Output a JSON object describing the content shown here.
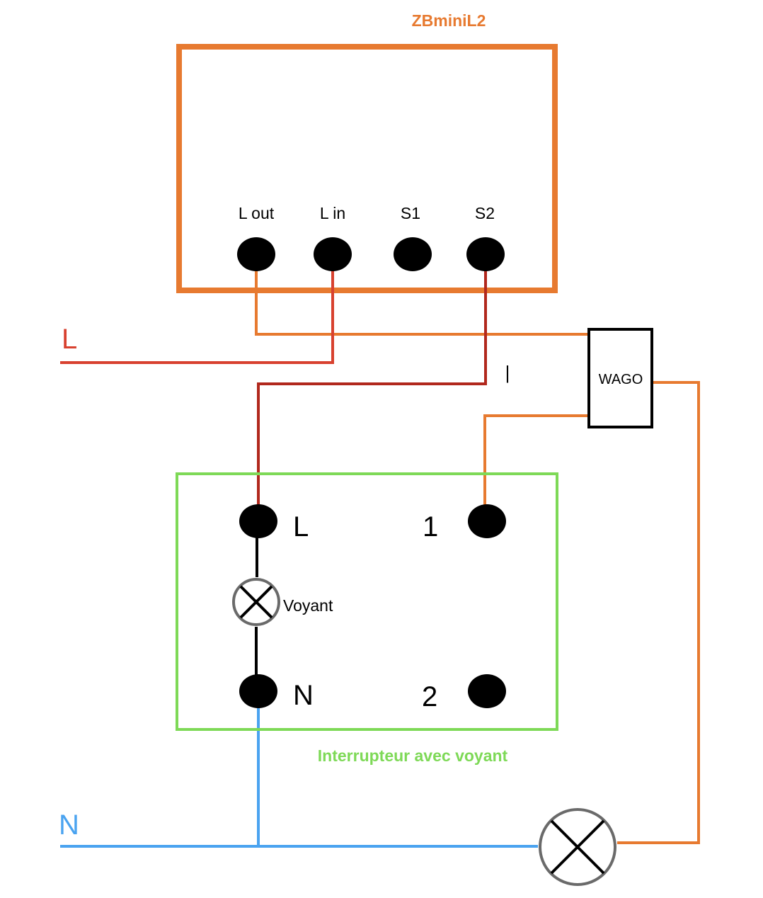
{
  "colors": {
    "module": "#E77A30",
    "switch": "#7ED957",
    "live": "#D8412F",
    "switched_live": "#B1281D",
    "orange_wire": "#E77A30",
    "neutral": "#4AA3F0",
    "black": "#000000",
    "lamp_ring": "#6A6A6A"
  },
  "module": {
    "title": "ZBminiL2",
    "terminals": [
      "L out",
      "L in",
      "S1",
      "S2"
    ]
  },
  "wago": {
    "label": "WAGO"
  },
  "lines": {
    "live": "L",
    "neutral": "N",
    "stray_mark": "|"
  },
  "switch": {
    "title": "Interrupteur avec voyant",
    "terminal_l": "L",
    "terminal_n": "N",
    "terminal_1": "1",
    "terminal_2": "2",
    "indicator": "Voyant"
  }
}
